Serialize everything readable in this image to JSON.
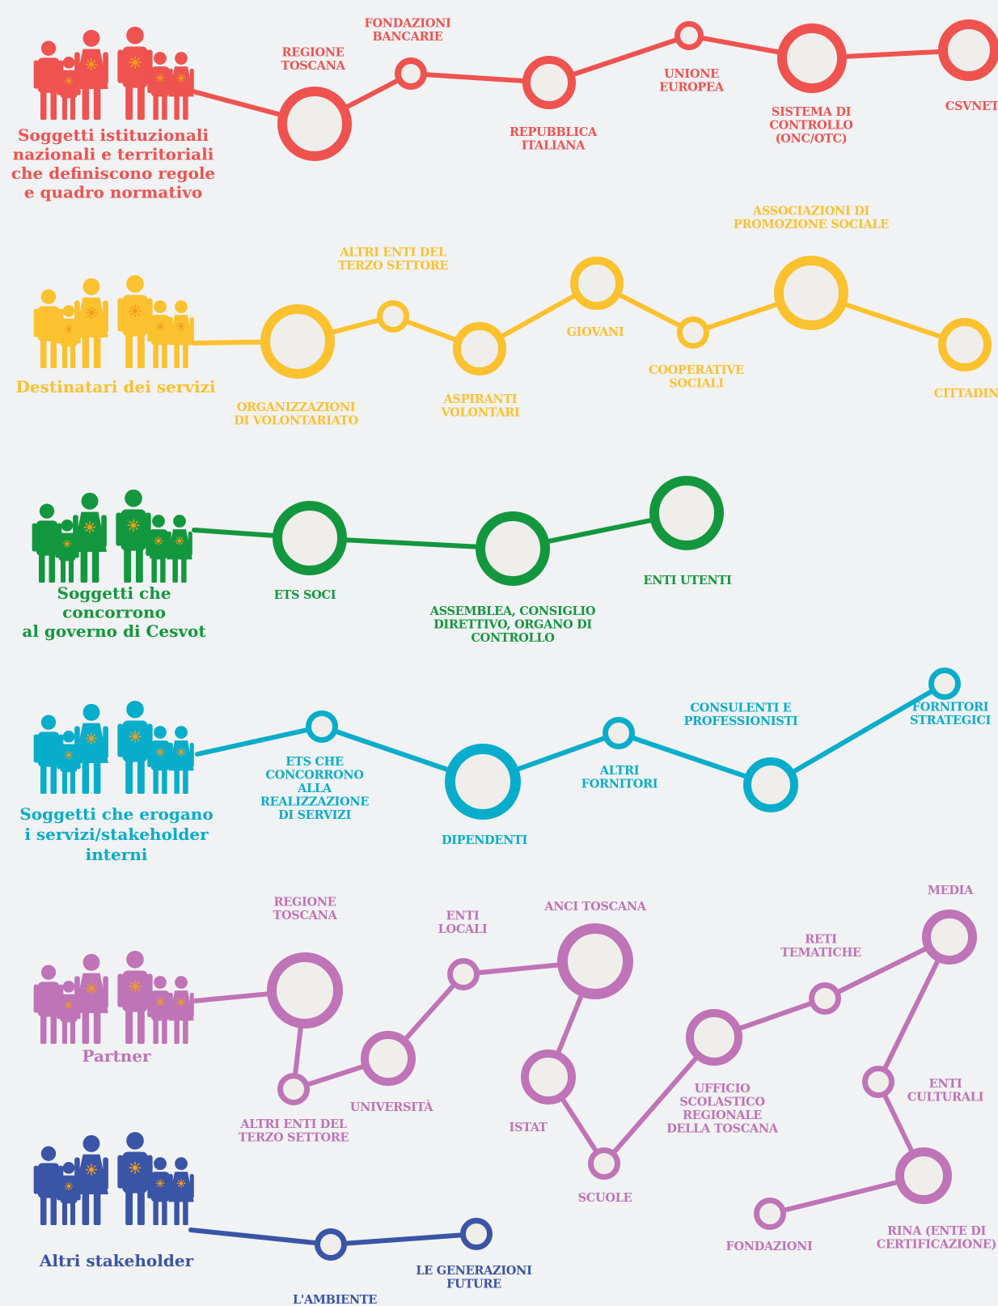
{
  "groups": [
    {
      "key": "istituzionali",
      "color": "#ee5350",
      "label": [
        "Soggetti istituzionali",
        "nazionali e territoriali",
        "che definiscono regole",
        "e quadro normativo"
      ],
      "nodes": [
        {
          "label": [
            "REGIONE",
            "TOSCANA"
          ]
        },
        {
          "label": [
            "FONDAZIONI",
            "BANCARIE"
          ]
        },
        {
          "label": [
            "REPUBBLICA",
            "ITALIANA"
          ]
        },
        {
          "label": [
            "UNIONE",
            "EUROPEA"
          ]
        },
        {
          "label": [
            "SISTEMA DI",
            "CONTROLLO",
            "(ONC/OTC)"
          ]
        },
        {
          "label": [
            "CSVNET"
          ]
        }
      ]
    },
    {
      "key": "destinatari",
      "color": "#fbc12e",
      "label": [
        "Destinatari dei servizi"
      ],
      "nodes": [
        {
          "label": [
            "ORGANIZZAZIONI",
            "DI VOLONTARIATO"
          ]
        },
        {
          "label": [
            "ALTRI ENTI DEL",
            "TERZO SETTORE"
          ]
        },
        {
          "label": [
            "ASPIRANTI",
            "VOLONTARI"
          ]
        },
        {
          "label": [
            "GIOVANI"
          ]
        },
        {
          "label": [
            "COOPERATIVE",
            "SOCIALI"
          ]
        },
        {
          "label": [
            "ASSOCIAZIONI DI",
            "PROMOZIONE SOCIALE"
          ]
        },
        {
          "label": [
            "CITTADINI"
          ]
        }
      ]
    },
    {
      "key": "governo",
      "color": "#13973e",
      "label": [
        "Soggetti che",
        "concorrono",
        "al governo di  Cesvot"
      ],
      "nodes": [
        {
          "label": [
            "ETS SOCI"
          ]
        },
        {
          "label": [
            "ASSEMBLEA, CONSIGLIO",
            "DIRETTIVO, ORGANO DI",
            "CONTROLLO"
          ]
        },
        {
          "label": [
            "ENTI UTENTI"
          ]
        }
      ]
    },
    {
      "key": "erogatori",
      "color": "#08adcb",
      "label": [
        "Soggetti che erogano",
        "i servizi/stakeholder",
        "interni"
      ],
      "nodes": [
        {
          "label": [
            "ETS CHE",
            "CONCORRONO",
            "ALLA",
            "REALIZZAZIONE",
            "DI SERVIZI"
          ]
        },
        {
          "label": [
            "DIPENDENTI"
          ]
        },
        {
          "label": [
            "ALTRI",
            "FORNITORI"
          ]
        },
        {
          "label": [
            "CONSULENTI E",
            "PROFESSIONISTI"
          ]
        },
        {
          "label": [
            "FORNITORI",
            "STRATEGICI"
          ]
        }
      ]
    },
    {
      "key": "partner",
      "color": "#be74b6",
      "label": [
        "Partner"
      ],
      "nodes": [
        {
          "label": [
            "REGIONE",
            "TOSCANA"
          ]
        },
        {
          "label": [
            "ALTRI ENTI DEL",
            "TERZO SETTORE"
          ]
        },
        {
          "label": [
            "UNIVERSITÀ"
          ]
        },
        {
          "label": [
            "ENTI",
            "LOCALI"
          ]
        },
        {
          "label": [
            "ANCI TOSCANA"
          ]
        },
        {
          "label": [
            "ISTAT"
          ]
        },
        {
          "label": [
            "SCUOLE"
          ]
        },
        {
          "label": [
            "UFFICIO",
            "SCOLASTICO",
            "REGIONALE",
            "DELLA TOSCANA"
          ]
        },
        {
          "label": [
            "RETI",
            "TEMATICHE"
          ]
        },
        {
          "label": [
            "MEDIA"
          ]
        },
        {
          "label": [
            "ENTI",
            "CULTURALI"
          ]
        },
        {
          "label": [
            "RINA (ENTE DI",
            "CERTIFICAZIONE)"
          ]
        },
        {
          "label": [
            "FONDAZIONI"
          ]
        }
      ]
    },
    {
      "key": "altri",
      "color": "#3a54a6",
      "label": [
        "Altri stakeholder"
      ],
      "nodes": [
        {
          "label": [
            "L'AMBIENTE"
          ]
        },
        {
          "label": [
            "LE GENERAZIONI",
            "FUTURE"
          ]
        }
      ]
    }
  ],
  "colors": {
    "background": "#f1f2f4",
    "node_fill": "#efeeeb",
    "sun": "#f39c1c"
  },
  "icons": [
    "people-group-icon"
  ]
}
